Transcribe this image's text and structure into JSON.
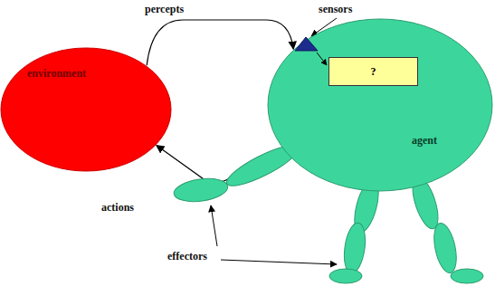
{
  "diagram": {
    "nodes": [
      {
        "text": [
          "environment"
        ]
      },
      {
        "text": [
          "agent"
        ]
      },
      {
        "text": [
          "?"
        ],
        "in": 1
      }
    ],
    "edges": [
      {
        "from": 0,
        "to": 1,
        "arrow": "to",
        "label": "percepts"
      },
      {
        "from": 1,
        "to": 0,
        "arrow": "to",
        "label": "actions"
      }
    ],
    "labels": [
      "sensors",
      "effectors"
    ]
  }
}
